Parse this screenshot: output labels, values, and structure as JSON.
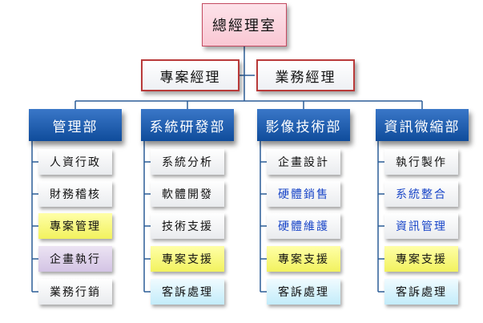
{
  "org_chart": {
    "top": "總經理室",
    "managers": [
      "專案經理",
      "業務經理"
    ],
    "departments": [
      {
        "name": "管理部",
        "items": [
          {
            "label": "人資行政",
            "style": "white"
          },
          {
            "label": "財務稽核",
            "style": "white"
          },
          {
            "label": "專案管理",
            "style": "yellow"
          },
          {
            "label": "企畫執行",
            "style": "purple"
          },
          {
            "label": "業務行銷",
            "style": "white"
          }
        ]
      },
      {
        "name": "系統研發部",
        "items": [
          {
            "label": "系統分析",
            "style": "white"
          },
          {
            "label": "軟體開發",
            "style": "white"
          },
          {
            "label": "技術支援",
            "style": "white"
          },
          {
            "label": "專案支援",
            "style": "yellow"
          },
          {
            "label": "客訴處理",
            "style": "cyan"
          }
        ]
      },
      {
        "name": "影像技術部",
        "items": [
          {
            "label": "企畫設計",
            "style": "white"
          },
          {
            "label": "硬體銷售",
            "style": "blue-text"
          },
          {
            "label": "硬體維護",
            "style": "blue-text"
          },
          {
            "label": "專案支援",
            "style": "yellow"
          },
          {
            "label": "客訴處理",
            "style": "cyan"
          }
        ]
      },
      {
        "name": "資訊微縮部",
        "items": [
          {
            "label": "執行製作",
            "style": "white"
          },
          {
            "label": "系統整合",
            "style": "blue-text"
          },
          {
            "label": "資訊管理",
            "style": "blue-text"
          },
          {
            "label": "專案支援",
            "style": "yellow"
          },
          {
            "label": "客訴處理",
            "style": "cyan"
          }
        ]
      }
    ],
    "colors": {
      "connector": "#2b5d97",
      "dept_fill": "#1c57a8",
      "top_fill": "#f9c7d3",
      "manager_border": "#b93a3a",
      "highlight_yellow": "#f2f25e",
      "highlight_purple": "#d3c4e4",
      "highlight_cyan": "#c3ecfa",
      "blue_text": "#1a46c8"
    }
  }
}
